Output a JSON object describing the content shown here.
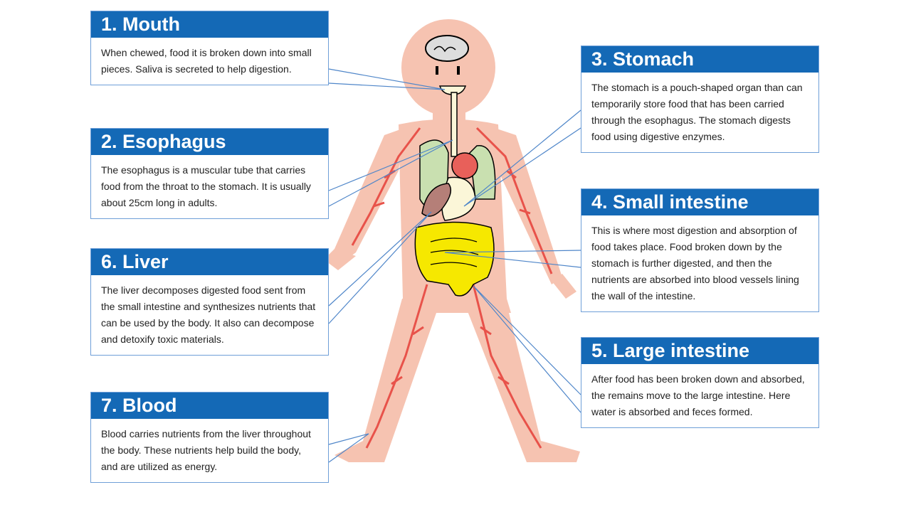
{
  "sections": [
    {
      "title": "1. Mouth",
      "text": "When chewed, food it is broken down into small pieces. Saliva is secreted to help digestion."
    },
    {
      "title": "2. Esophagus",
      "text": "The esophagus is a muscular tube that carries food from the throat to the stomach. It is usually about 25cm long in adults."
    },
    {
      "title": "3. Stomach",
      "text": "The stomach is a pouch-shaped organ than can temporarily store food that has been carried through the esophagus. The stomach digests food using digestive enzymes."
    },
    {
      "title": "4. Small intestine",
      "text": "This is where most digestion and absorption of food takes place. Food broken down by the stomach is further digested, and then the nutrients are absorbed into blood vessels lining the wall of the intestine."
    },
    {
      "title": "5. Large intestine",
      "text": "After food has been broken down and absorbed, the remains move to the large intestine. Here water is absorbed and feces formed."
    },
    {
      "title": "6. Liver",
      "text": "The liver decomposes digested food sent from the small intestine and synthesizes nutrients that can be used by the body. It also can decompose and detoxify toxic materials."
    },
    {
      "title": "7. Blood",
      "text": "Blood carries nutrients from the liver throughout the body. These nutrients help build the body, and are utilized as energy."
    }
  ],
  "colors": {
    "header": "#1469b6",
    "border": "#6f9fd8",
    "skin": "#f6c3b1",
    "vessel": "#e8524a",
    "intestine": "#f6e800",
    "lung": "#c9e0b0",
    "heart": "#e8605a",
    "liver": "#b57f78",
    "stomach": "#fbf6d8"
  }
}
